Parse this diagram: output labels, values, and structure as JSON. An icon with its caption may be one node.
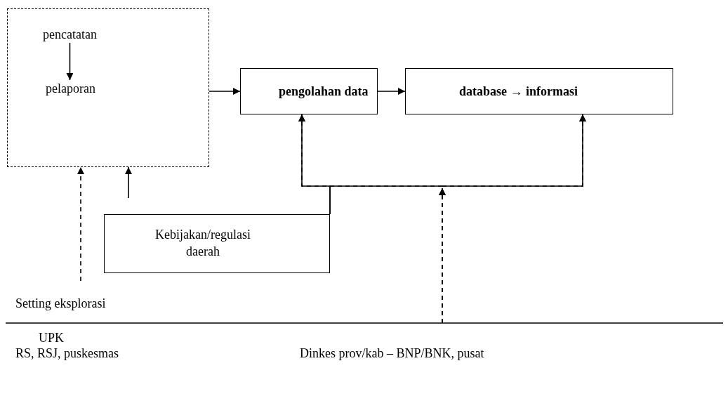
{
  "diagram": {
    "nodes": [
      {
        "text": [],
        "shape": "box"
      },
      {
        "text": [
          "pencatatan"
        ],
        "in": 0
      },
      {
        "text": [
          "pelaporan"
        ],
        "in": 0
      },
      {
        "text": [
          "pengolahan data"
        ]
      },
      {
        "text": [
          "database → informasi"
        ]
      },
      {
        "text": [
          "Kebijakan/regulasi daerah"
        ]
      }
    ],
    "edges": [
      {
        "from": 1,
        "to": 2,
        "arrow": "to"
      },
      {
        "from": 0,
        "to": 3,
        "arrow": "to"
      },
      {
        "from": 3,
        "to": 4,
        "arrow": "to"
      },
      {
        "from": 5,
        "to": 3,
        "arrow": "to"
      },
      {
        "from": 5,
        "to": 4,
        "arrow": "to"
      },
      {
        "from": null,
        "to": 0,
        "arrow": "to",
        "style": "dashed"
      },
      {
        "from": null,
        "to": 0,
        "arrow": "to"
      },
      {
        "from": null,
        "to": 3,
        "arrow": "to",
        "style": "dashed"
      },
      {
        "from": null,
        "to": 4,
        "arrow": "to",
        "style": "dashed"
      }
    ],
    "labels": [
      "Setting eksplorasi",
      "UPK",
      "RS, RSJ, puskesmas",
      "Dinkes prov/kab – BNP/BNK, pusat"
    ]
  }
}
